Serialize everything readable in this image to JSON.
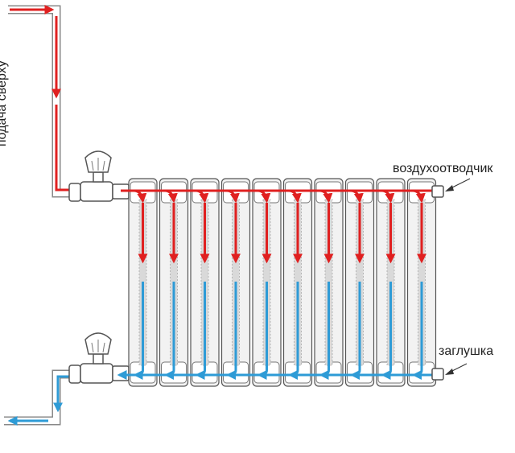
{
  "labels": {
    "feed": "подача сверху",
    "air_vent": "воздухоотводчик",
    "plug": "заглушка"
  },
  "colors": {
    "hot": "#e02020",
    "cold": "#2e9bd6",
    "outline": "#555555",
    "section_fill": "#f2f2f2",
    "channel_fill": "#d9d9d9"
  },
  "radiator": {
    "sections": 10
  }
}
